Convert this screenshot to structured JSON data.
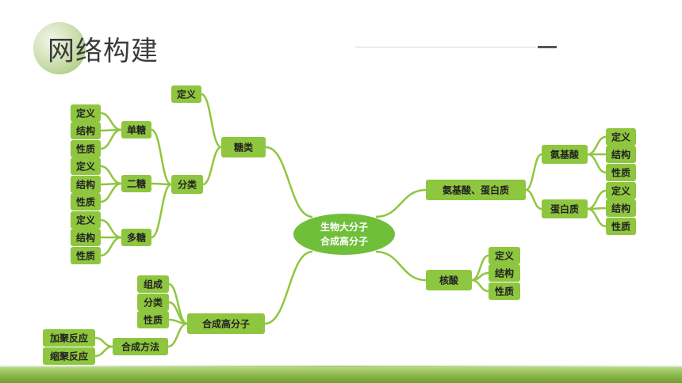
{
  "header": {
    "title": "网络构建"
  },
  "center": {
    "line1": "生物大分子",
    "line2": "合成高分子"
  },
  "nodes": {
    "tang": "糖类",
    "tang_def": "定义",
    "fenlei": "分类",
    "dantang": "单糖",
    "ertang": "二糖",
    "duotang": "多糖",
    "d_def": "定义",
    "d_str": "结构",
    "d_prop": "性质",
    "e_def": "定义",
    "e_str": "结构",
    "e_prop": "性质",
    "m_def": "定义",
    "m_str": "结构",
    "m_prop": "性质",
    "amino_protein": "氨基酸、蛋白质",
    "amino": "氨基酸",
    "protein": "蛋白质",
    "a_def": "定义",
    "a_str": "结构",
    "a_prop": "性质",
    "p_def": "定义",
    "p_str": "结构",
    "p_prop": "性质",
    "nucleic": "核酸",
    "n_def": "定义",
    "n_str": "结构",
    "n_prop": "性质",
    "synth_poly": "合成高分子",
    "zucheng": "组成",
    "s_fenlei": "分类",
    "s_xingzhi": "性质",
    "synth_method": "合成方法",
    "jiaju": "加聚反应",
    "suoju": "缩聚反应"
  },
  "colors": {
    "node_fill": "#8fc63f",
    "line": "#8fc63f",
    "center_fill": "#6fbf3a"
  }
}
